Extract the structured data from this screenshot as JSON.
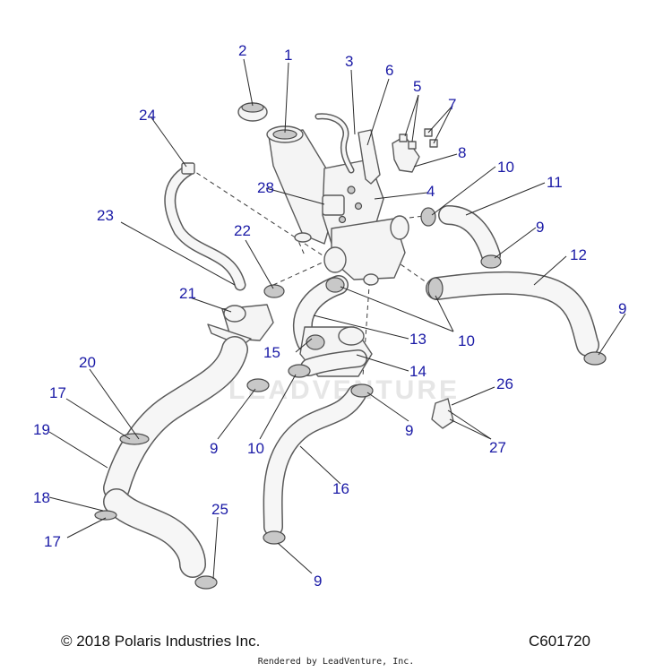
{
  "watermark": "LEADVENTURE",
  "footer": {
    "copyright": "© 2018 Polaris Industries Inc.",
    "diagram_code": "C601720",
    "rendered_by": "Rendered by LeadVenture, Inc."
  },
  "callouts": {
    "c1": "1",
    "c2": "2",
    "c3": "3",
    "c4": "4",
    "c5": "5",
    "c6": "6",
    "c7": "7",
    "c8": "8",
    "c9a": "9",
    "c9b": "9",
    "c9c": "9",
    "c9d": "9",
    "c9e": "9",
    "c10a": "10",
    "c10b": "10",
    "c10c": "10",
    "c11": "11",
    "c12": "12",
    "c13": "13",
    "c14": "14",
    "c15": "15",
    "c16": "16",
    "c17a": "17",
    "c17b": "17",
    "c18": "18",
    "c19": "19",
    "c20": "20",
    "c21": "21",
    "c22": "22",
    "c23": "23",
    "c24": "24",
    "c25": "25",
    "c26": "26",
    "c27": "27",
    "c28": "28"
  }
}
